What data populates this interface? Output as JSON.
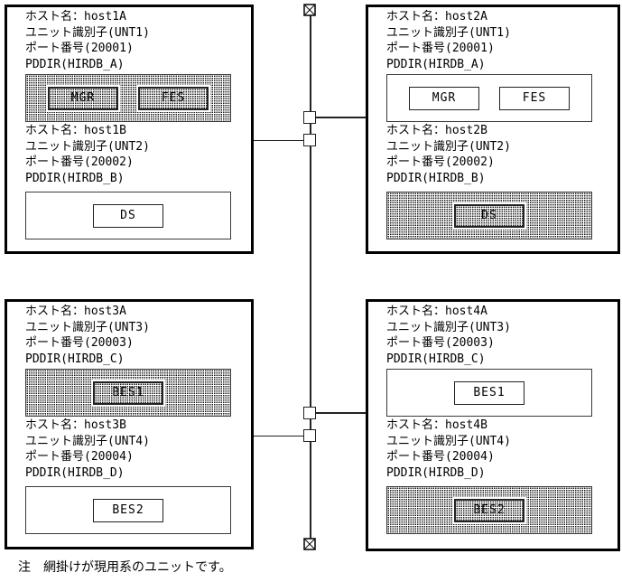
{
  "figure": {
    "type": "system-configuration-diagram",
    "colors": {
      "line": "#000000",
      "background": "#ffffff",
      "shading_dot": "#000000"
    }
  },
  "network": {
    "bus": "vertical-network-bus",
    "terminator_icon": "crossed-square-terminator",
    "tap_icon": "bus-tap-square"
  },
  "quadrants": [
    {
      "name": "host-group-1",
      "sections": [
        {
          "lines": [
            "ホスト名：host1A",
            "ユニット識別子(UNT1)",
            "ポート番号(20001)",
            "PDDIR(HIRDB_A)"
          ],
          "active": true,
          "units": [
            "MGR",
            "FES"
          ]
        },
        {
          "lines": [
            "ホスト名：host1B",
            "ユニット識別子(UNT2)",
            "ポート番号(20002)",
            "PDDIR(HIRDB_B)"
          ],
          "active": false,
          "units": [
            "DS"
          ]
        }
      ]
    },
    {
      "name": "host-group-2",
      "sections": [
        {
          "lines": [
            "ホスト名：host2A",
            "ユニット識別子(UNT1)",
            "ポート番号(20001)",
            "PDDIR(HIRDB_A)"
          ],
          "active": false,
          "units": [
            "MGR",
            "FES"
          ]
        },
        {
          "lines": [
            "ホスト名：host2B",
            "ユニット識別子(UNT2)",
            "ポート番号(20002)",
            "PDDIR(HIRDB_B)"
          ],
          "active": true,
          "units": [
            "DS"
          ]
        }
      ]
    },
    {
      "name": "host-group-3",
      "sections": [
        {
          "lines": [
            "ホスト名：host3A",
            "ユニット識別子(UNT3)",
            "ポート番号(20003)",
            "PDDIR(HIRDB_C)"
          ],
          "active": true,
          "units": [
            "BES1"
          ]
        },
        {
          "lines": [
            "ホスト名：host3B",
            "ユニット識別子(UNT4)",
            "ポート番号(20004)",
            "PDDIR(HIRDB_D)"
          ],
          "active": false,
          "units": [
            "BES2"
          ]
        }
      ]
    },
    {
      "name": "host-group-4",
      "sections": [
        {
          "lines": [
            "ホスト名：host4A",
            "ユニット識別子(UNT3)",
            "ポート番号(20003)",
            "PDDIR(HIRDB_C)"
          ],
          "active": false,
          "units": [
            "BES1"
          ]
        },
        {
          "lines": [
            "ホスト名：host4B",
            "ユニット識別子(UNT4)",
            "ポート番号(20004)",
            "PDDIR(HIRDB_D)"
          ],
          "active": true,
          "units": [
            "BES2"
          ]
        }
      ]
    }
  ],
  "note": {
    "marker": "注",
    "text": "網掛けが現用系のユニットです。"
  }
}
